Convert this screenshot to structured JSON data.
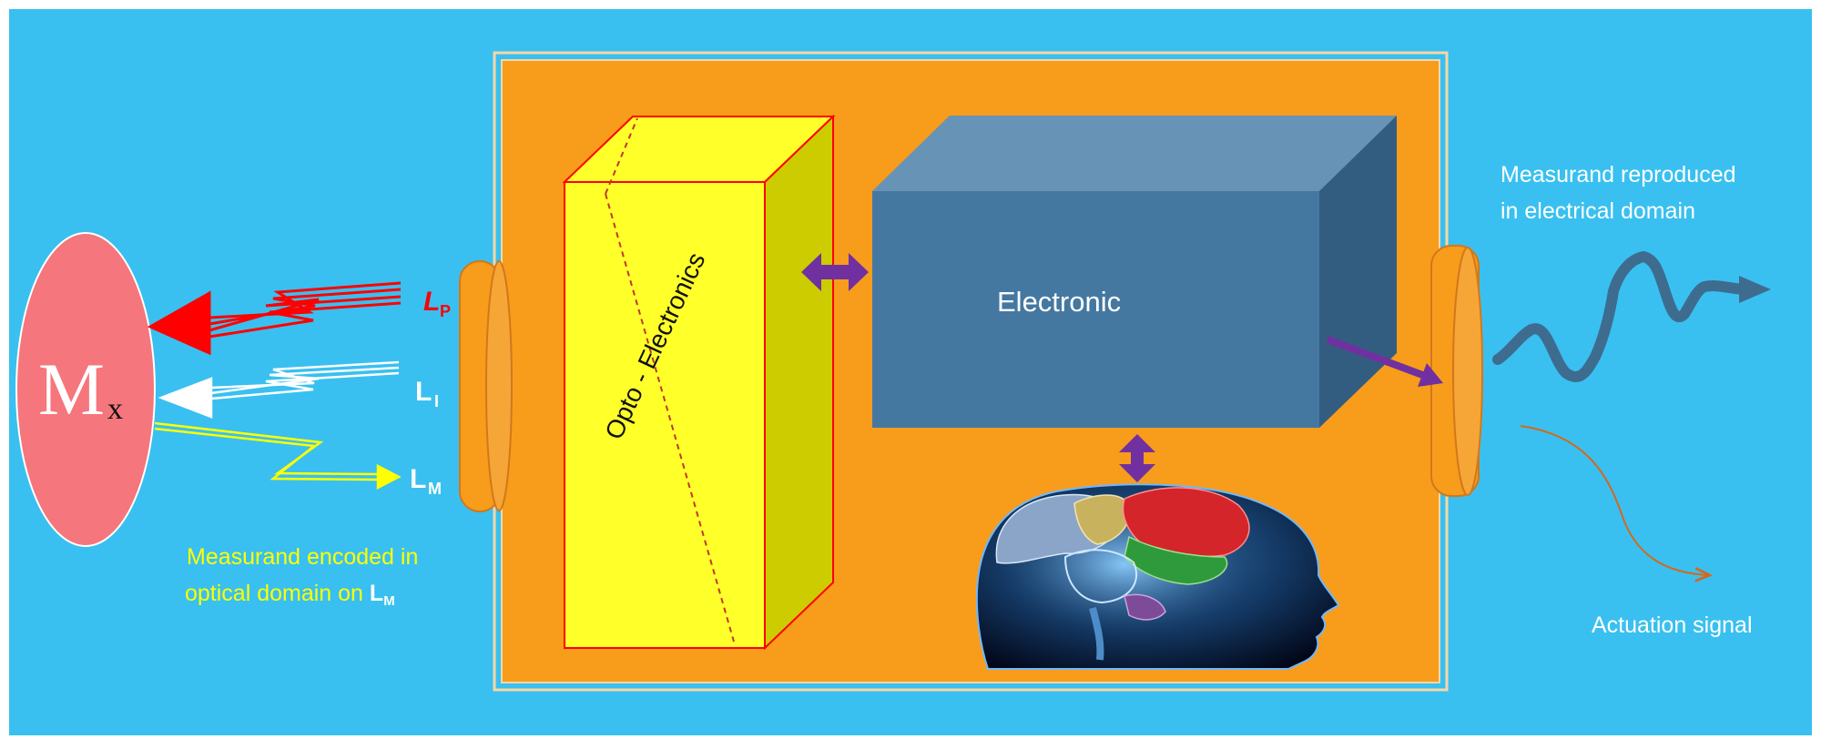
{
  "measurand": {
    "symbol": "M",
    "subscript": "x"
  },
  "beams": {
    "probe": {
      "letter": "L",
      "subscript": "P"
    },
    "illumination": {
      "letter": "L",
      "subscript": "I"
    },
    "modulated": {
      "letter": "L",
      "subscript": "M"
    }
  },
  "captions": {
    "encoded_line1": "Measurand encoded in",
    "encoded_line2": "optical domain on",
    "encoded_suffix_letter": "L",
    "encoded_suffix_sub": "M",
    "reproduced_line1": "Measurand reproduced",
    "reproduced_line2": "in electrical domain",
    "actuation": "Actuation signal"
  },
  "blocks": {
    "opto_left": "Opto",
    "opto_separator": " - ",
    "opto_right": "Electronics",
    "electronic": "Electronic"
  },
  "colors": {
    "background": "#39c0f0",
    "enclosure": "#f89c1c",
    "measurand": "#f5767c",
    "probe": "#ff0000",
    "illumination": "#ffffff",
    "modulated": "#ffff00",
    "opto_block": "#ffff2a",
    "electronic_block": "#4478a1",
    "bus_arrows": "#7030a0",
    "waveform": "#3e6c8f"
  }
}
